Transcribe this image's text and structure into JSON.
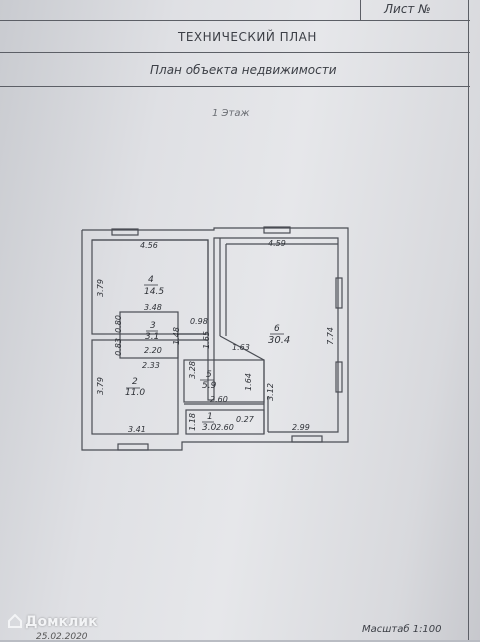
{
  "header": {
    "sheet_label": "Лист №",
    "title": "ТЕХНИЧЕСКИЙ ПЛАН",
    "subtitle": "План объекта недвижимости",
    "floor": "1 Этаж"
  },
  "rooms": [
    {
      "number": "4",
      "area": "14.5"
    },
    {
      "number": "3",
      "area": "3.1"
    },
    {
      "number": "2",
      "area": "11.0"
    },
    {
      "number": "5",
      "area": "5.9"
    },
    {
      "number": "1",
      "area": "3.0"
    },
    {
      "number": "6",
      "area": "30.4"
    }
  ],
  "dimensions": {
    "d456": "4.56",
    "d459": "4.59",
    "d379a": "3.79",
    "d348": "3.48",
    "d080": "0.80",
    "d083": "0.83",
    "d148": "1.48",
    "d098": "0.98",
    "d220": "2.20",
    "d233": "2.33",
    "d379b": "3.79",
    "d165": "1.65",
    "d163": "1.63",
    "d774": "7.74",
    "d328": "3.28",
    "d164": "1.64",
    "d312": "3.12",
    "d260a": "2.60",
    "d341": "3.41",
    "d118": "1.18",
    "d260b": "2.60",
    "d027": "0.27",
    "d299": "2.99"
  },
  "footer": {
    "scale": "Масштаб 1:100",
    "date": "25.02.2020",
    "watermark": "Домклик"
  }
}
